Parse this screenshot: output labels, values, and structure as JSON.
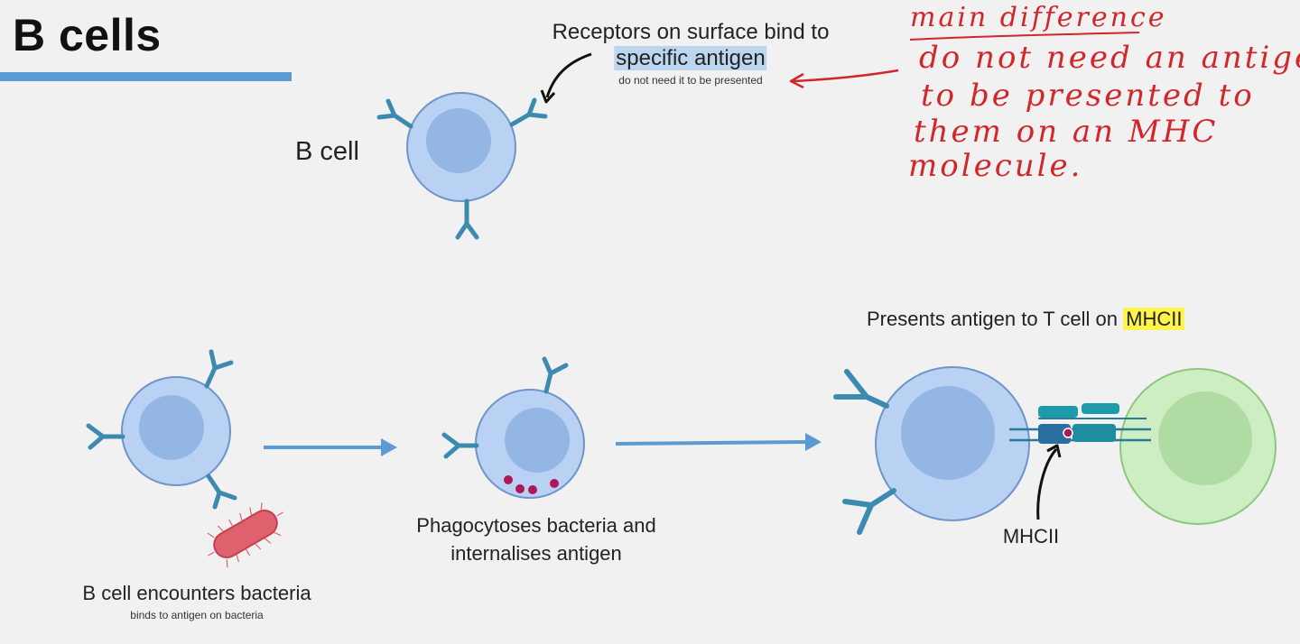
{
  "page": {
    "title": "B cells"
  },
  "top": {
    "cell_label": "B cell",
    "receptor_text_line1": "Receptors on surface bind to",
    "receptor_text_line2": "specific antigen",
    "receptor_subtext": "do not need it to be presented"
  },
  "handwritten_note": {
    "heading": "main difference",
    "lines": [
      "do not need an antigen",
      "to be presented to",
      "them on an MHC",
      "molecule."
    ]
  },
  "steps": [
    {
      "caption": "B cell encounters bacteria",
      "subcaption": "binds to antigen on bacteria"
    },
    {
      "caption_line1": "Phagocytoses bacteria and",
      "caption_line2": "internalises antigen"
    },
    {
      "caption_prefix": "Presents antigen to T cell on ",
      "caption_highlight": "MHCII",
      "pointer_label": "MHCII"
    }
  ],
  "colors": {
    "b_cell_fill": "#b9d1f2",
    "b_cell_nucleus": "#94b6e4",
    "t_cell_fill": "#cdeec3",
    "t_cell_nucleus": "#b0dca3",
    "receptor": "#3c8ab0",
    "arrow": "#5b9bd5",
    "bacteria": "#e0616e",
    "antigen_dots": "#b0165a",
    "annotation": "#d1262a",
    "mhc": "#1e8e9e"
  }
}
